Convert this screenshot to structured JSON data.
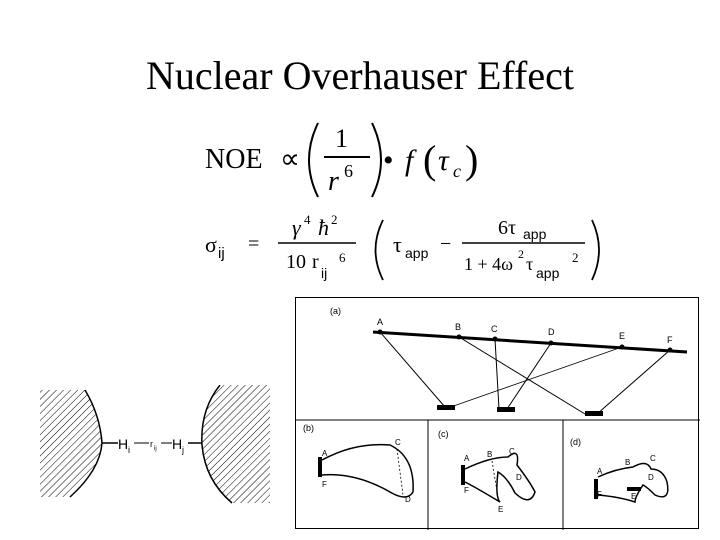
{
  "title": "Nuclear Overhauser Effect",
  "eq1": {
    "lhs": "NOE",
    "prop": "∝",
    "num": "1",
    "den_base": "r",
    "den_exp": "6",
    "dot": "•",
    "func": "f",
    "arg": "τ",
    "arg_sub": "c"
  },
  "eq2": {
    "sigma": "σ",
    "sigma_sub": "ij",
    "equals": "=",
    "num_gamma": "γ",
    "num_gamma_exp": "4",
    "num_hbar": "ħ",
    "num_hbar_exp": "2",
    "den_coef": "10",
    "den_r": "r",
    "den_r_sub": "ij",
    "den_r_exp": "6",
    "tau_app": "τ",
    "app_sub": "app",
    "minus": "−",
    "frac_num": "6τ",
    "frac_num_sub": "app",
    "frac_den_a": "1 + 4ω",
    "frac_den_exp": "2",
    "frac_den_tau": "τ",
    "frac_den_sub": "app",
    "frac_den_exp2": "2"
  },
  "molecule": {
    "hi": "H",
    "hi_sub": "i",
    "rij": "r",
    "rij_sub": "ij",
    "hj": "H",
    "hj_sub": "j"
  },
  "panels": {
    "a": {
      "label": "(a)",
      "points": [
        "A",
        "B",
        "C",
        "D",
        "E",
        "F"
      ]
    },
    "b": {
      "label": "(b)",
      "points": [
        "A",
        "C",
        "F",
        "D"
      ]
    },
    "c": {
      "label": "(c)",
      "points": [
        "A",
        "B",
        "C",
        "D",
        "F",
        "E"
      ]
    },
    "d": {
      "label": "(d)",
      "points": [
        "A",
        "B",
        "C",
        "D",
        "F",
        "E"
      ]
    }
  }
}
